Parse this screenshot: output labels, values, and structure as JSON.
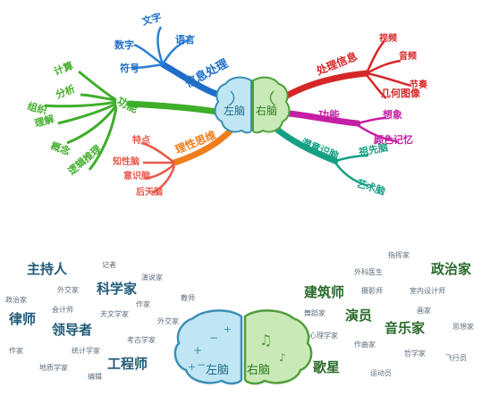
{
  "mindmap": {
    "center": {
      "left": "左脑",
      "right": "右脑"
    },
    "left_branches": {
      "info": {
        "title": "信息处理",
        "children": [
          "数字",
          "文字",
          "语言",
          "符号"
        ],
        "color": "#1e6fc8"
      },
      "function": {
        "title": "功能",
        "children": [
          "计算",
          "分析",
          "组织",
          "理解",
          "概念",
          "逻辑推理"
        ],
        "color": "#3fae2a"
      },
      "rational": {
        "title": "理性思维",
        "children": [
          "特点",
          "知性脑",
          "意识脑",
          "后天脑"
        ],
        "color": "#f07d1c"
      }
    },
    "right_branches": {
      "info": {
        "title": "处理信息",
        "children": [
          "视频",
          "音频",
          "节奏",
          "几何图像"
        ],
        "color": "#d62728"
      },
      "function": {
        "title": "功能",
        "children": [
          "想象",
          "颜色记忆"
        ],
        "color": "#c51fa5"
      },
      "subconscious": {
        "title": "潜意识脑",
        "children": [
          "祖先脑",
          "艺术脑"
        ],
        "color": "#16a085"
      }
    }
  },
  "brain_bottom": {
    "left": "左脑",
    "right": "右脑"
  },
  "left_words": {
    "large": [
      "主持人",
      "科学家",
      "律师",
      "领导者",
      "工程师"
    ],
    "small": [
      "记者",
      "演说家",
      "政治家",
      "外交家",
      "会计师",
      "天文学家",
      "作家",
      "教师",
      "外交家",
      "作家",
      "统计学家",
      "考古学家",
      "地质学家",
      "编辑"
    ]
  },
  "right_words": {
    "large": [
      "政治家",
      "建筑师",
      "演员",
      "音乐家",
      "歌星"
    ],
    "small": [
      "指挥家",
      "外科医生",
      "摄影师",
      "室内设计师",
      "舞蹈家",
      "画家",
      "心理学家",
      "思想家",
      "作曲家",
      "哲学家",
      "飞行员",
      "运动员"
    ]
  },
  "colors": {
    "brain_left": "#bfe6f2",
    "brain_right": "#c9e9b6",
    "word_dark": "#1f5a78",
    "word_small": "#5b6b7a",
    "word_right_dark": "#2a6a2a"
  }
}
